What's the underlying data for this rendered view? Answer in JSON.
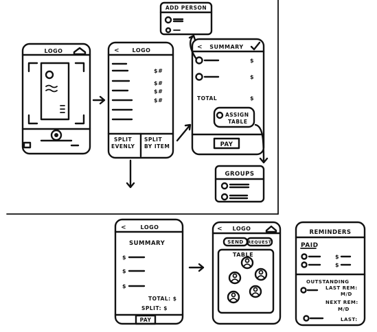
{
  "screen_logo": {
    "logo": "LOGO"
  },
  "screen_items": {
    "logo": "LOGO",
    "prices": [
      "$#",
      "$#",
      "$#",
      "$#"
    ],
    "split_evenly": [
      "SPLIT",
      "EVENLY"
    ],
    "split_by_item": [
      "SPLIT",
      "BY ITEM"
    ]
  },
  "add_person": {
    "title": "ADD PERSON"
  },
  "summary_screen": {
    "title": "SUMMARY",
    "prices": [
      "$",
      "$"
    ],
    "total_label": "TOTAL",
    "total_value": "$",
    "assign_table": [
      "ASSIGN",
      "TABLE"
    ],
    "pay_label": "PAY"
  },
  "groups": {
    "title": "GROUPS"
  },
  "even_summary": {
    "logo": "LOGO",
    "title": "SUMMARY",
    "rows": [
      "$",
      "$",
      "$"
    ],
    "total": "TOTAL: $",
    "split": "SPLIT: $",
    "pay_label": "PAY"
  },
  "table_screen": {
    "logo": "LOGO",
    "send_label": "SEND",
    "request_label": "REQUEST",
    "table_label": "TABLE"
  },
  "reminders": {
    "title": "REMINDERS",
    "paid_label": "PAID",
    "paid_values": [
      "$",
      "$"
    ],
    "outstanding_label": "OUTSTANDING",
    "last_rem": [
      "LAST REM:",
      "M/D"
    ],
    "next_rem": [
      "NEXT REM:",
      "M/D"
    ],
    "last_label": "LAST:"
  }
}
